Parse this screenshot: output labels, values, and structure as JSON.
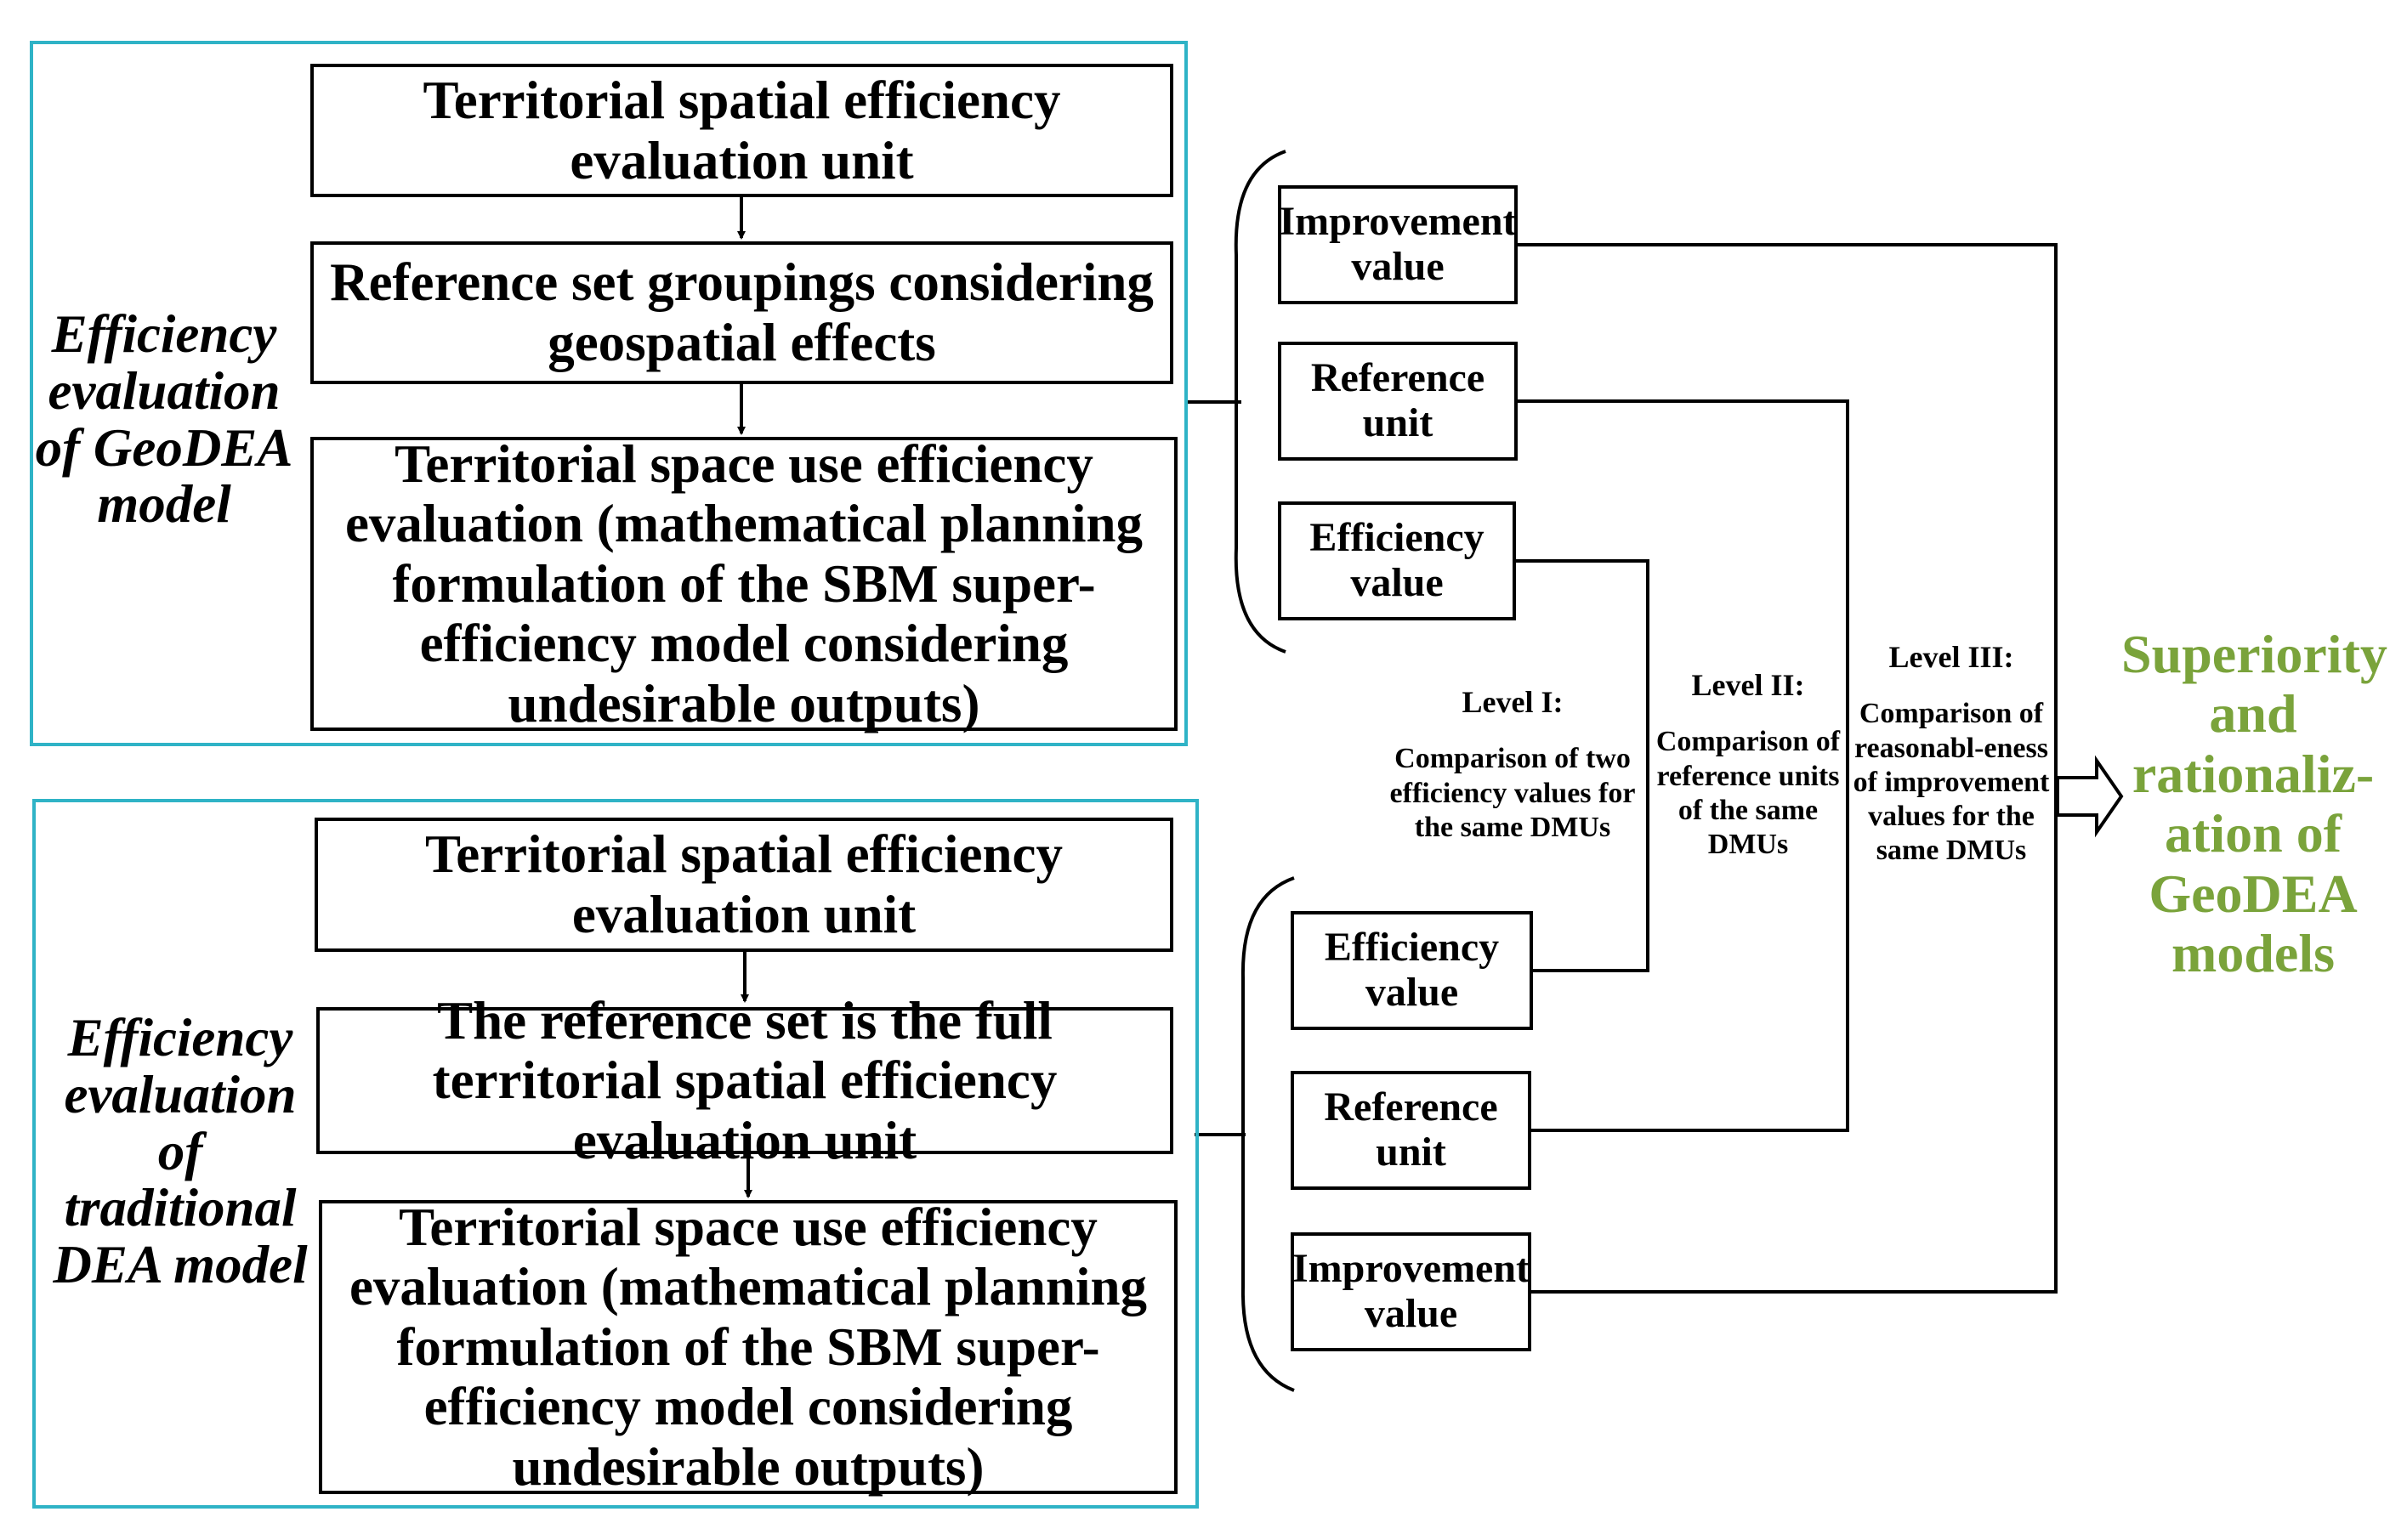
{
  "panel_geodea": {
    "side_label": "Efficiency evaluation of GeoDEA model",
    "step1": "Territorial spatial efficiency evaluation unit",
    "step2": "Reference set groupings considering geospatial effects",
    "step3": "Territorial space use efficiency evaluation (mathematical planning formulation of the SBM super-efficiency model considering undesirable outputs)",
    "outputs": [
      "Improvement value",
      "Reference unit",
      "Efficiency value"
    ]
  },
  "panel_dea": {
    "side_label": "Efficiency evaluation of traditional DEA model",
    "step1": "Territorial spatial efficiency evaluation unit",
    "step2": "The reference set is the full territorial spatial efficiency evaluation unit",
    "step3": "Territorial space use efficiency evaluation (mathematical planning formulation of the SBM super-efficiency model considering undesirable outputs)",
    "outputs": [
      "Efficiency value",
      "Reference unit",
      "Improvement value"
    ]
  },
  "levels": [
    {
      "title": "Level I:",
      "text": "Comparison of two efficiency values for the same DMUs"
    },
    {
      "title": "Level II:",
      "text": "Comparison of reference units of the same DMUs"
    },
    {
      "title": "Level III:",
      "text": "Comparison of reasonabl-eness of improvement values for the same DMUs"
    }
  ],
  "conclusion": "Superiority and rationaliz-ation of GeoDEA models",
  "colors": {
    "panel_border": "#2fb3c6",
    "conclusion_text": "#7aa33b",
    "line": "#000000"
  }
}
